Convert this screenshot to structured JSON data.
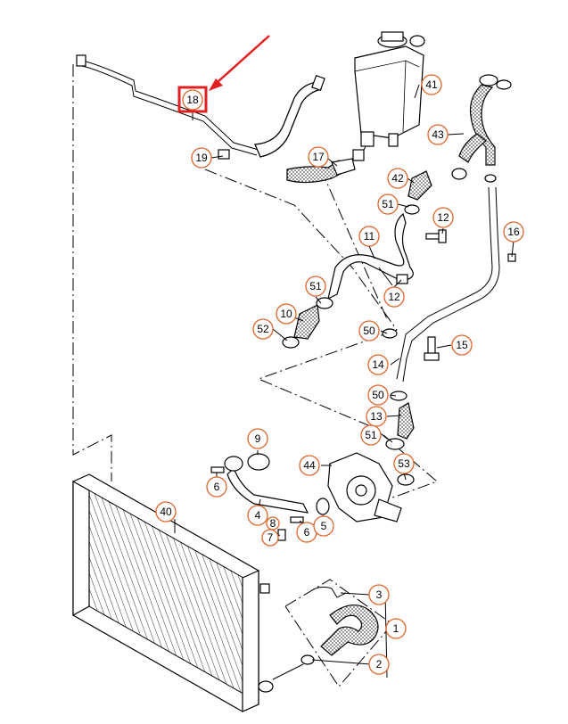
{
  "colors": {
    "callout_border": "#e0642a",
    "highlight_box": "#e02020",
    "arrow": "#e02020",
    "line_art": "#000000"
  },
  "highlighted_part": "18",
  "callouts": [
    "1",
    "2",
    "3",
    "4",
    "5",
    "6",
    "6",
    "7",
    "8",
    "9",
    "10",
    "11",
    "12",
    "12",
    "13",
    "14",
    "15",
    "16",
    "17",
    "18",
    "19",
    "40",
    "41",
    "42",
    "43",
    "44",
    "50",
    "50",
    "51",
    "51",
    "51",
    "52",
    "53"
  ]
}
